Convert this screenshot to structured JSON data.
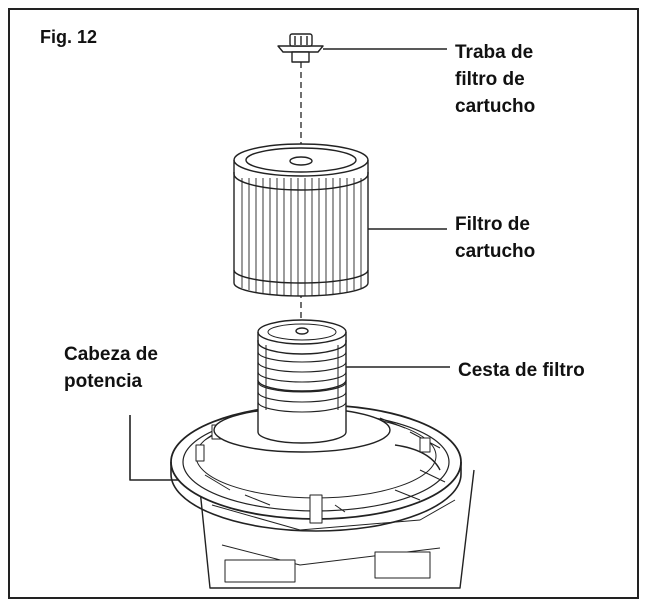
{
  "figure": {
    "title": "Fig. 12"
  },
  "labels": {
    "traba": [
      "Traba de",
      "filtro de",
      "cartucho"
    ],
    "filtro": [
      "Filtro de",
      "cartucho"
    ],
    "cesta": [
      "Cesta de filtro"
    ],
    "cabeza": [
      "Cabeza de",
      "potencia"
    ]
  },
  "icons": [
    "filter-lock-icon",
    "cartridge-filter-icon",
    "filter-basket-icon",
    "power-head-icon"
  ],
  "colors": {
    "line": "#222222",
    "shade": "#cfcfcf",
    "background": "#ffffff"
  }
}
